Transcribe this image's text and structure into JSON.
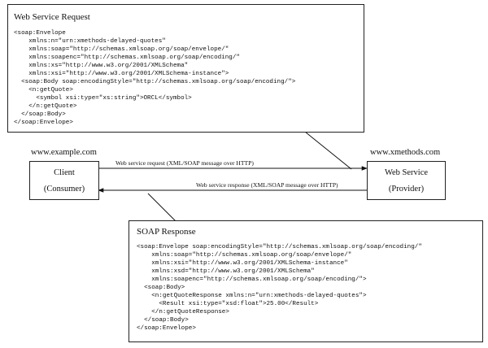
{
  "request_box": {
    "title": "Web Service Request",
    "code": "<soap:Envelope\n    xmlns:n=\"urn:xmethods-delayed-quotes\"\n    xmlns:soap=\"http://schemas.xmlsoap.org/soap/envelope/\"\n    xmlns:soapenc=\"http://schemas.xmlsoap.org/soap/encoding/\"\n    xmlns:xs=\"http://www.w3.org/2001/XMLSchema\"\n    xmlns:xsi=\"http://www.w3.org/2001/XMLSchema-instance\">\n  <soap:Body soap:encodingStyle=\"http://schemas.xmlsoap.org/soap/encoding/\">\n    <n:getQuote>\n      <symbol xsi:type=\"xs:string\">ORCL</symbol>\n    </n:getQuote>\n  </soap:Body>\n</soap:Envelope>"
  },
  "client": {
    "site": "www.example.com",
    "name": "Client",
    "role": "(Consumer)"
  },
  "service": {
    "site": "www.xmethods.com",
    "name": "Web Service",
    "role": "(Provider)"
  },
  "arrows": {
    "request_label": "Web service request (XML/SOAP message over HTTP)",
    "response_label": "Web service response (XML/SOAP message over HTTP)"
  },
  "response_box": {
    "title": "SOAP Response",
    "code": "<soap:Envelope soap:encodingStyle=\"http://schemas.xmlsoap.org/soap/encoding/\"\n    xmlns:soap=\"http://schemas.xmlsoap.org/soap/envelope/\"\n    xmlns:xsi=\"http://www.w3.org/2001/XMLSchema-instance\"\n    xmlns:xsd=\"http://www.w3.org/2001/XMLSchema\"\n    xmlns:soapenc=\"http://schemas.xmlsoap.org/soap/encoding/\">\n  <soap:Body>\n    <n:getQuoteResponse xmlns:n=\"urn:xmethods-delayed-quotes\">\n      <Result xsi:type=\"xsd:float\">25.00</Result>\n    </n:getQuoteResponse>\n  </soap:Body>\n</soap:Envelope>"
  }
}
